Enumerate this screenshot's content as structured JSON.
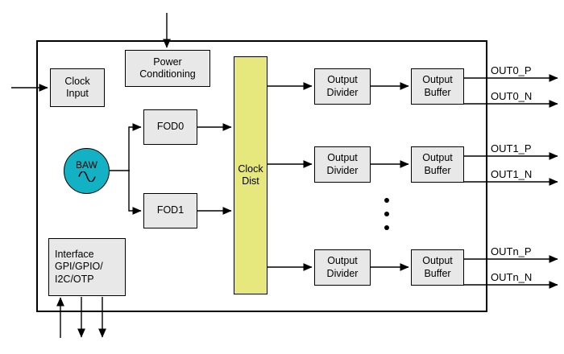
{
  "diagram": {
    "blocks": {
      "clock_input": "Clock\nInput",
      "power_conditioning": "Power\nConditioning",
      "baw": "BAW",
      "fod0": "FOD0",
      "fod1": "FOD1",
      "clock_dist": "Clock\nDist",
      "interface": "Interface\nGPI/GPIO/\nI2C/OTP"
    },
    "output_rows": [
      {
        "divider": "Output\nDivider",
        "buffer": "Output\nBuffer",
        "out_p": "OUT0_P",
        "out_n": "OUT0_N"
      },
      {
        "divider": "Output\nDivider",
        "buffer": "Output\nBuffer",
        "out_p": "OUT1_P",
        "out_n": "OUT1_N"
      },
      {
        "divider": "Output\nDivider",
        "buffer": "Output\nBuffer",
        "out_p": "OUTn_P",
        "out_n": "OUTn_N"
      }
    ],
    "colors": {
      "block_fill": "#e8e8e8",
      "clock_dist_fill": "#e6e87e",
      "baw_fill": "#12b2c4"
    }
  }
}
